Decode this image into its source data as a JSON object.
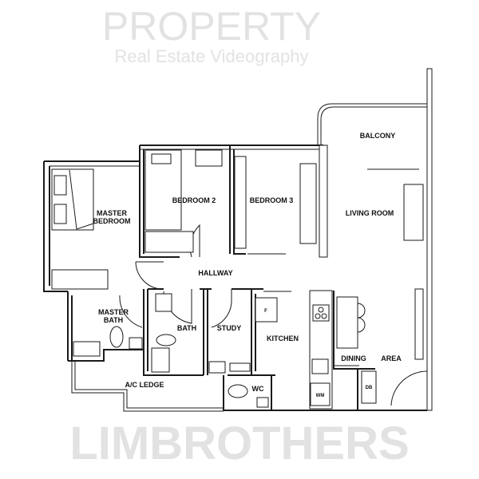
{
  "watermark": {
    "line1": "PROPERTY",
    "line2": "LIMBROTHERS",
    "line3": "Real Estate Videography"
  },
  "rooms": {
    "balcony": "BALCONY",
    "master_bedroom_1": "MASTER",
    "master_bedroom_2": "BEDROOM",
    "bedroom2": "BEDROOM 2",
    "bedroom3": "BEDROOM 3",
    "living_room": "LIVING ROOM",
    "hallway": "HALLWAY",
    "master_bath_1": "MASTER",
    "master_bath_2": "BATH",
    "bath": "BATH",
    "study": "STUDY",
    "kitchen": "KITCHEN",
    "dining_1": "DINING",
    "dining_2": "AREA",
    "ac_ledge": "A/C LEDGE",
    "wc": "WC",
    "wm": "WM",
    "db": "DB",
    "fridge": "F"
  },
  "colors": {
    "wall": "#1a1a1a",
    "watermark": "#f1f1f1"
  }
}
